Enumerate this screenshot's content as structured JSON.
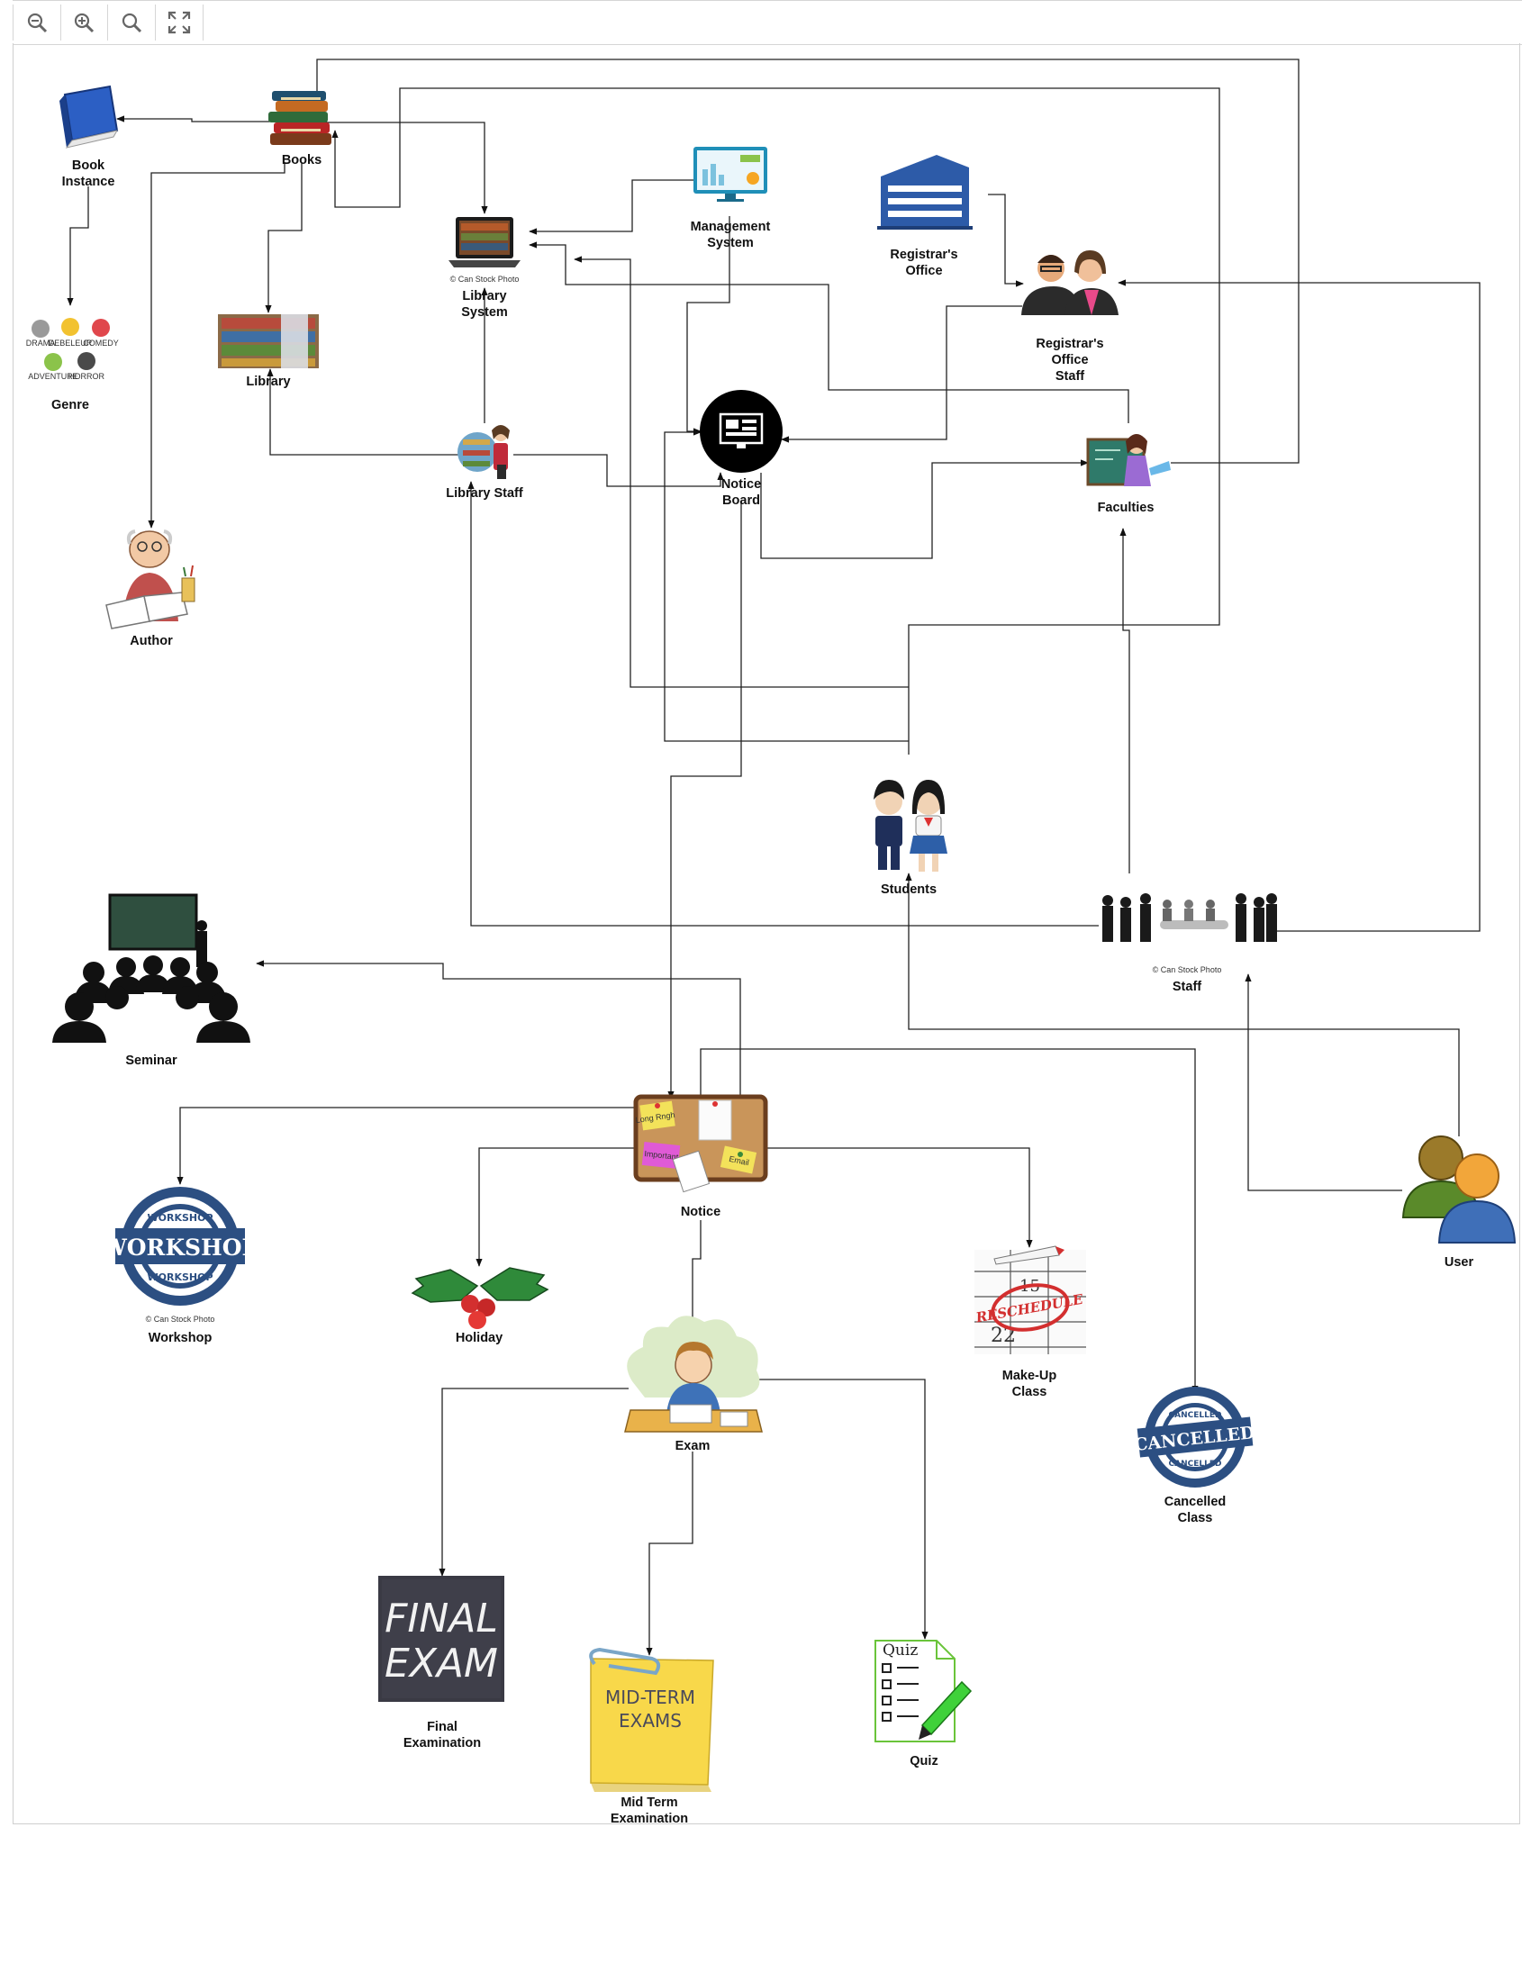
{
  "toolbar": {
    "buttons": [
      {
        "name": "zoom-out-icon"
      },
      {
        "name": "zoom-in-icon"
      },
      {
        "name": "zoom-fit-icon"
      },
      {
        "name": "fullscreen-icon"
      }
    ]
  },
  "nodes": {
    "book_instance": [
      "Book",
      "Instance"
    ],
    "books": [
      "Books"
    ],
    "genre": [
      "Genre"
    ],
    "genre_tags": [
      "DRAMA",
      "DEBELEUR",
      "COMEDY",
      "ADVENTURE",
      "HORROR"
    ],
    "library": [
      "Library"
    ],
    "library_system": [
      "Library",
      "System"
    ],
    "library_system_caption": "© Can Stock Photo",
    "management_system": [
      "Management",
      "System"
    ],
    "registrars_office": [
      "Registrar's",
      "Office"
    ],
    "registrars_office_staff": [
      "Registrar's",
      "Office",
      "Staff"
    ],
    "library_staff": [
      "Library Staff"
    ],
    "notice_board": [
      "Notice",
      "Board"
    ],
    "faculties": [
      "Faculties"
    ],
    "author": [
      "Author"
    ],
    "students": [
      "Students"
    ],
    "staff": [
      "Staff"
    ],
    "staff_caption": "© Can Stock Photo",
    "seminar": [
      "Seminar"
    ],
    "notice": [
      "Notice"
    ],
    "notice_notes": [
      "Long Rngh",
      "Important",
      "Email"
    ],
    "workshop": [
      "Workshop"
    ],
    "workshop_caption": "© Can Stock Photo",
    "workshop_badge": [
      "WORKSHOP",
      "WORKSHOP",
      "WORKSHOP"
    ],
    "holiday": [
      "Holiday"
    ],
    "makeup_class": [
      "Make-Up",
      "Class"
    ],
    "makeup_stamp": "RESCHEDULE",
    "makeup_digits": [
      "15",
      "22"
    ],
    "user": [
      "User"
    ],
    "exam": [
      "Exam"
    ],
    "cancelled_class": [
      "Cancelled",
      "Class"
    ],
    "cancelled_badge": [
      "CANCELLED",
      "CANCELLED",
      "CANCELLED"
    ],
    "final_examination": [
      "Final",
      "Examination"
    ],
    "final_board": [
      "FINAL",
      "EXAM"
    ],
    "mid_term_examination": [
      "Mid Term",
      "Examination"
    ],
    "mid_term_note": [
      "MID-TERM",
      "EXAMS"
    ],
    "quiz": [
      "Quiz"
    ],
    "quiz_sheet_title": "Quiz"
  }
}
